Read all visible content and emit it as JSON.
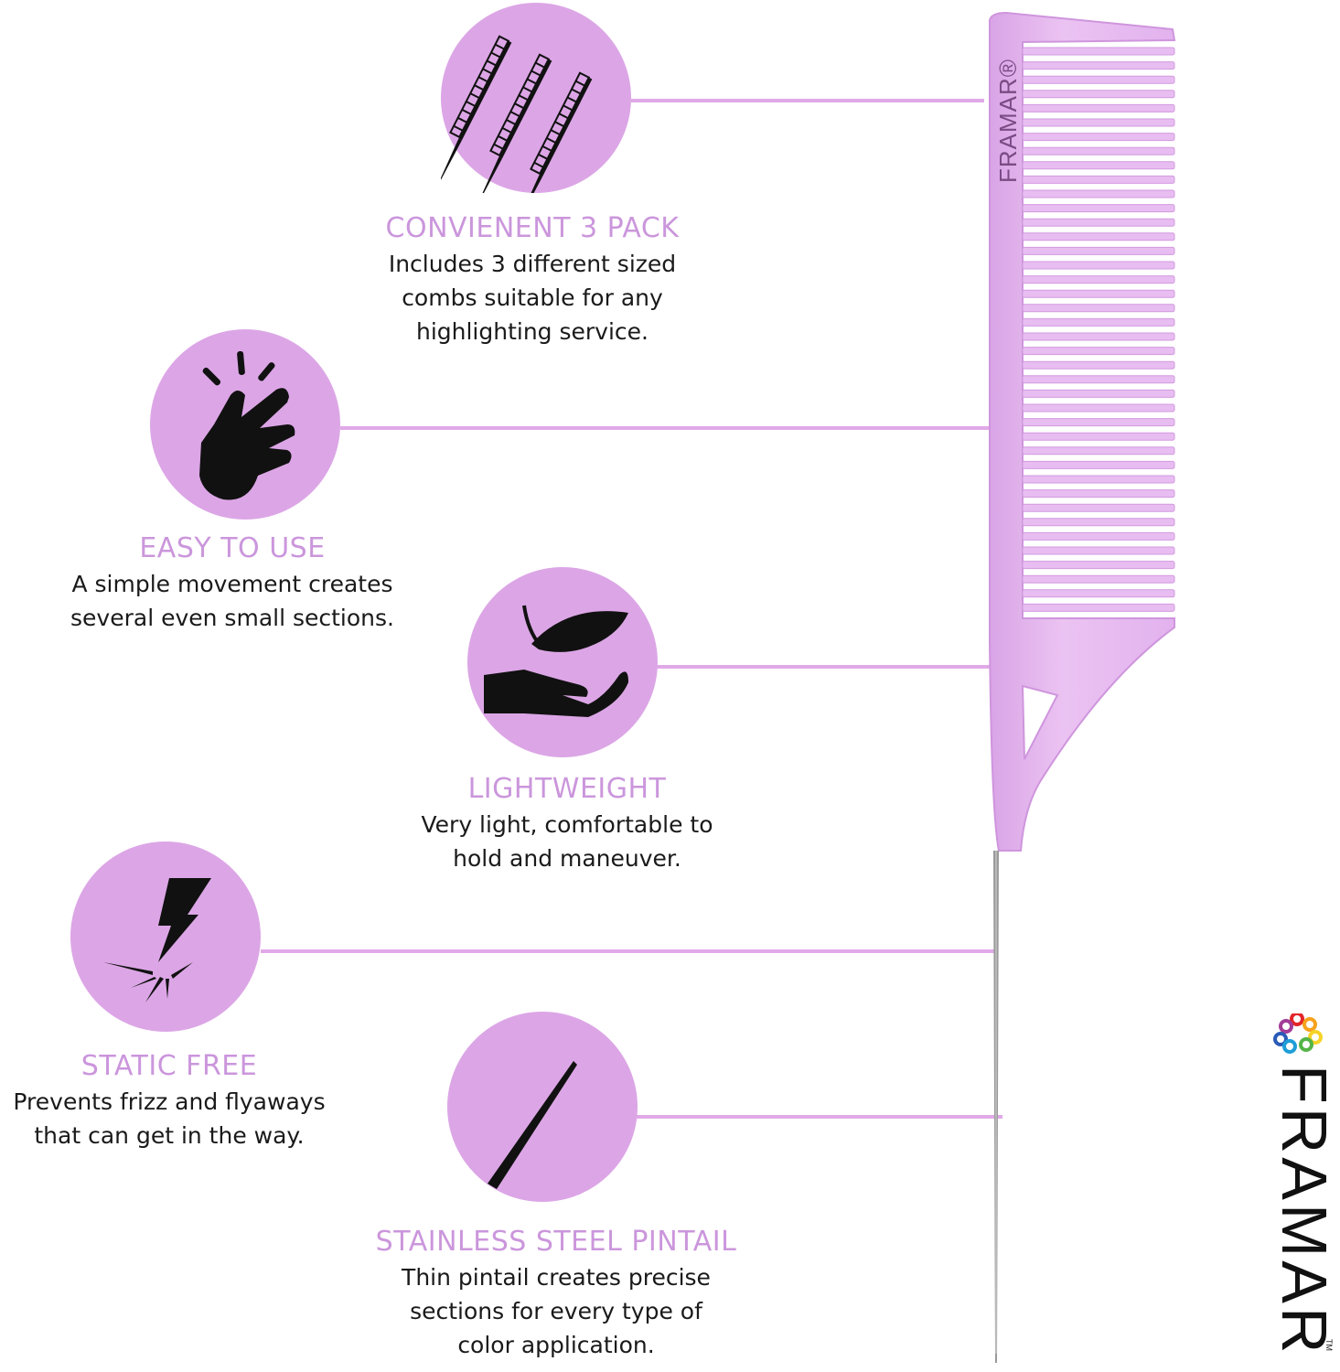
{
  "features": [
    {
      "title": "CONVIENENT 3 PACK",
      "lines": [
        "Includes 3 different sized",
        "combs suitable for any",
        "highlighting service."
      ],
      "icon": "three-combs-icon"
    },
    {
      "title": "EASY TO USE",
      "lines": [
        "A simple movement creates",
        "several even small sections."
      ],
      "icon": "finger-snap-icon"
    },
    {
      "title": "LIGHTWEIGHT",
      "lines": [
        "Very light, comfortable to",
        "hold and maneuver."
      ],
      "icon": "feather-hand-icon"
    },
    {
      "title": "STATIC FREE",
      "lines": [
        "Prevents frizz and flyaways",
        "that can get in the way."
      ],
      "icon": "lightning-spark-icon"
    },
    {
      "title": "STAINLESS STEEL PINTAIL",
      "lines": [
        "Thin pintail creates precise",
        "sections for every type of",
        "color application."
      ],
      "icon": "pintail-icon"
    }
  ],
  "comb": {
    "brand": "FRAMAR®"
  },
  "logo": {
    "wordmark": "FRAMAR",
    "tm": "TM"
  },
  "colors": {
    "accent": "#dca6e6",
    "title": "#cb96dc",
    "comb": "#e6b8ef",
    "text": "#1a1a1a"
  }
}
